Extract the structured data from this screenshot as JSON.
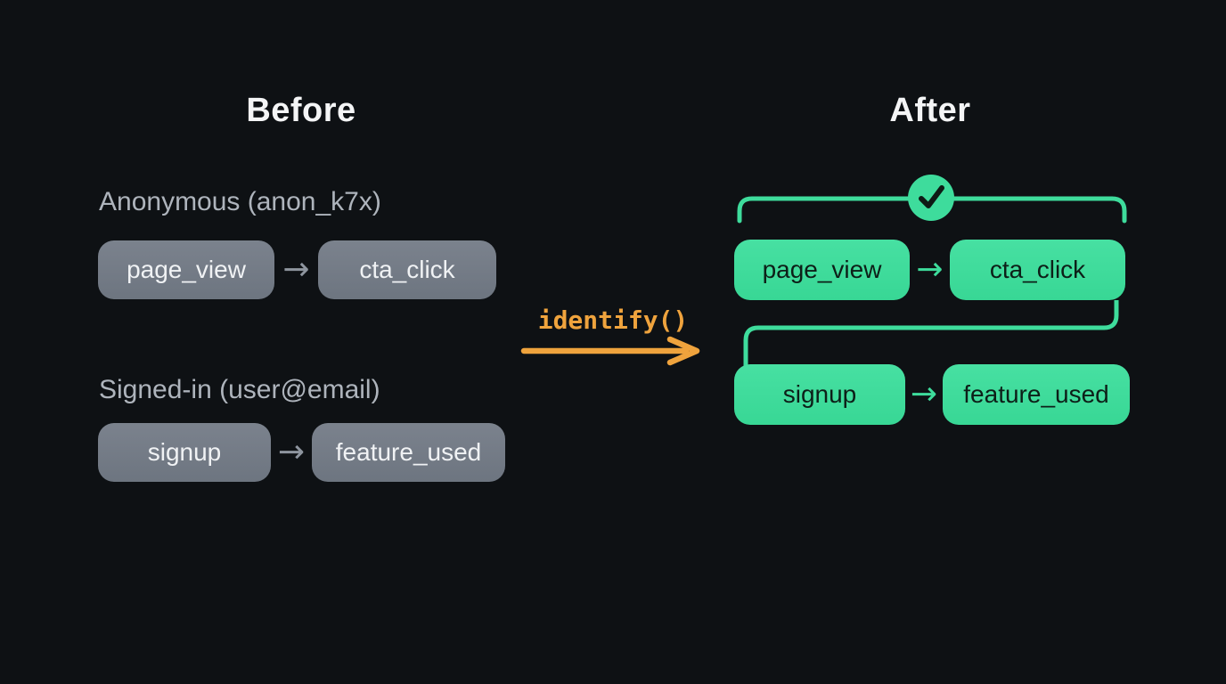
{
  "colors": {
    "background": "#0e1114",
    "title_text": "#f4f5f6",
    "muted_label": "#aeb4bc",
    "gray_chip_bg": "#747c87",
    "gray_chip_text": "#f0f2f4",
    "gray_arrow": "#8e959f",
    "green": "#3edc9c",
    "green_chip_text": "#0d1f18",
    "orange": "#efa33d"
  },
  "icons": {
    "arrow_right": "→"
  },
  "before": {
    "title": "Before",
    "anonymous": {
      "label": "Anonymous (anon_k7x)",
      "events": [
        "page_view",
        "cta_click"
      ]
    },
    "signed_in": {
      "label": "Signed-in (user@email)",
      "events": [
        "signup",
        "feature_used"
      ]
    }
  },
  "transition": {
    "code_label": "identify()"
  },
  "after": {
    "title": "After",
    "merged_rows": [
      [
        "page_view",
        "cta_click"
      ],
      [
        "signup",
        "feature_used"
      ]
    ]
  }
}
